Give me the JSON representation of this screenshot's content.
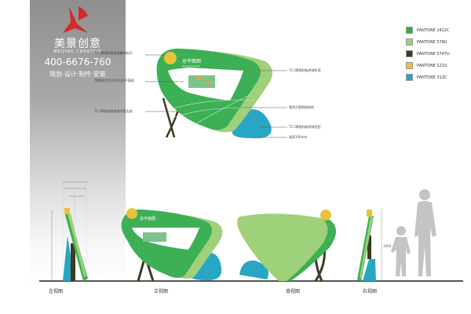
{
  "brand": {
    "name": "美景创意",
    "name_en": "MEIJING CREATIVE",
    "phone": "400-6676-760",
    "services": "规划·设计·制作·安装"
  },
  "sign": {
    "title": "总平面图",
    "subtitle": "General Layout"
  },
  "annotations": {
    "left": [
      "T1.5厚镀锌板烤漆雕刻标识",
      "T8厚亚克力UV打印总平面图",
      "T1.5厚镀锌板烤漆弯管支架"
    ],
    "right": [
      "T1.5厚镀锌板烤漆折弯",
      "镀锌方管钢架结构",
      "T1.5厚镀锌板烤漆造型",
      "埋深100mm"
    ]
  },
  "legend": [
    {
      "label": "PANTONE 2422C",
      "color": "#2fae4e"
    },
    {
      "label": "PANTONE 578U",
      "color": "#9fd07a"
    },
    {
      "label": "PANTONE 5747U",
      "color": "#3b3c22"
    },
    {
      "label": "PANTONE 121U",
      "color": "#e8c23a"
    },
    {
      "label": "PANTONE 312C",
      "color": "#28a6c4"
    }
  ],
  "views": {
    "left": "左视图",
    "front": "正视图",
    "back": "背视图",
    "right": "右视图"
  },
  "dimensions": {
    "height_label": "1900"
  }
}
